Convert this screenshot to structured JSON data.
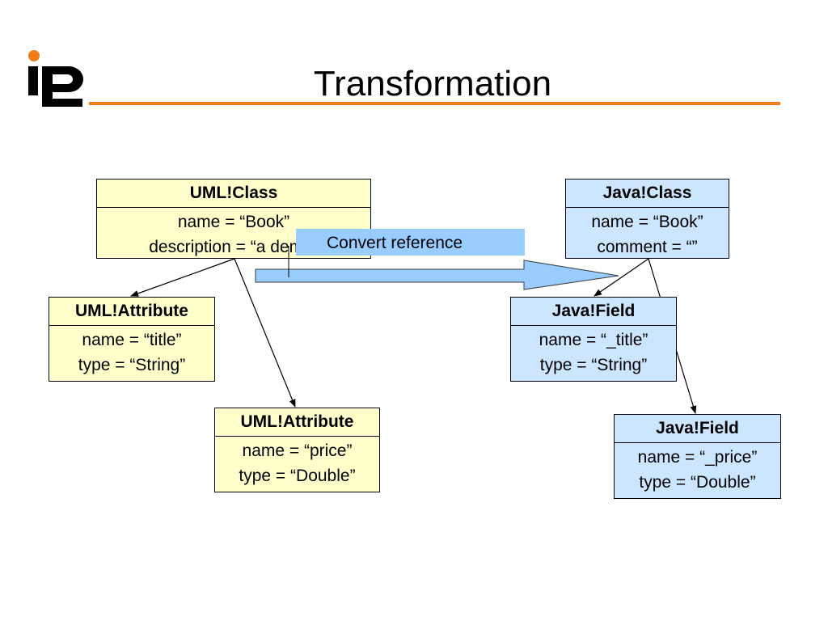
{
  "slide": {
    "title": "Transformation",
    "accent_color": "#f07d1a",
    "logo_icon": "ipl-logo-icon"
  },
  "uml": {
    "class": {
      "header": "UML!Class",
      "lines": [
        "name = “Book”",
        "description = “a demo”"
      ]
    },
    "attr_title": {
      "header": "UML!Attribute",
      "lines": [
        "name = “title”",
        "type = “String”"
      ]
    },
    "attr_price": {
      "header": "UML!Attribute",
      "lines": [
        "name = “price”",
        "type = “Double”"
      ]
    }
  },
  "java": {
    "class": {
      "header": "Java!Class",
      "lines": [
        "name = “Book”",
        "comment = “”"
      ]
    },
    "field_title": {
      "header": "Java!Field",
      "lines": [
        "name = “_title”",
        "type = “String”"
      ]
    },
    "field_price": {
      "header": "Java!Field",
      "lines": [
        "name = “_price”",
        "type = “Double”"
      ]
    }
  },
  "transform": {
    "label": "Convert reference",
    "label_color": "#99ccff"
  },
  "colors": {
    "uml_fill": "#ffffcc",
    "java_fill": "#cce6ff"
  }
}
